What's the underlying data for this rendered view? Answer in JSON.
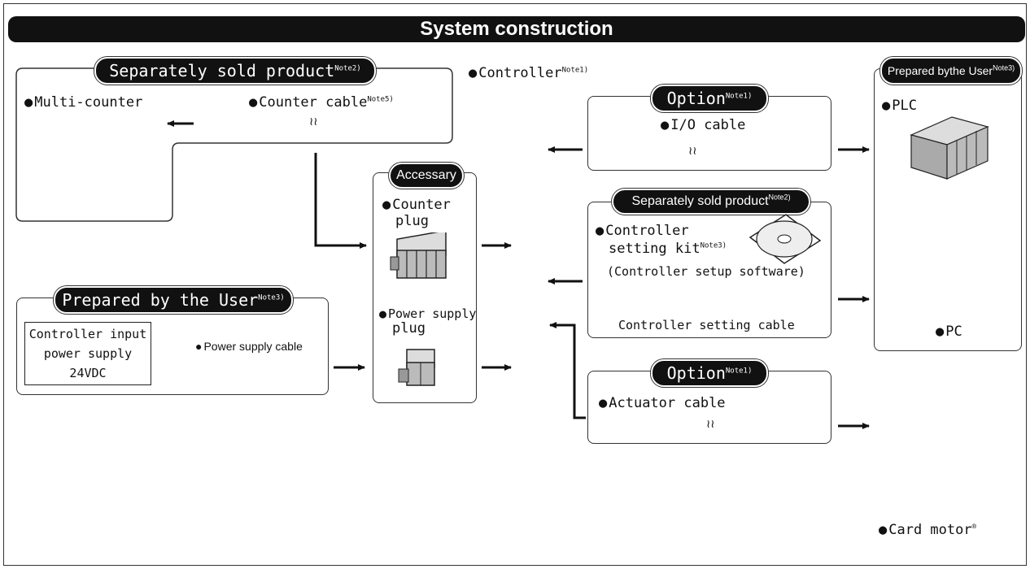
{
  "title": "System construction",
  "controller_label": "Controller",
  "controller_note": "Note1)",
  "top_left": {
    "header": "Separately sold product",
    "header_note": "Note2)",
    "multi_counter": "Multi-counter",
    "counter_cable": "Counter cable",
    "counter_cable_note": "Note5)"
  },
  "accessory": {
    "header": "Accessary",
    "counter_plug_line1": "Counter",
    "counter_plug_line2": "plug",
    "power_plug_line1": "Power supply",
    "power_plug_line2": "plug"
  },
  "bottom_left": {
    "header": "Prepared by the User",
    "header_note": "Note3)",
    "psu_line1": "Controller input",
    "psu_line2": "power supply",
    "psu_line3": "24VDC",
    "power_cable": "Power supply cable"
  },
  "option_io": {
    "header": "Option",
    "header_note": "Note1)",
    "item": "I/O cable"
  },
  "setting_kit": {
    "header": "Separately sold product",
    "header_note": "Note2)",
    "line1": "Controller",
    "line2": "setting kit",
    "line2_note": "Note3)",
    "line3": "(Controller setup software)",
    "cable": "Controller setting cable"
  },
  "option_actuator": {
    "header": "Option",
    "header_note": "Note1)",
    "item": "Actuator cable"
  },
  "user_right": {
    "header": "Prepared bythe User",
    "header_note": "Note3)",
    "plc": "PLC",
    "pc": "PC"
  },
  "card_motor": "Card motor",
  "card_motor_mark": "®"
}
